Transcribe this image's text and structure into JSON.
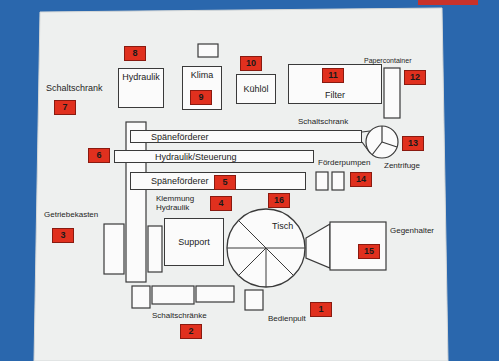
{
  "diagram": {
    "nodes": [
      {
        "text": [
          "Hydraulik"
        ]
      },
      {
        "text": [
          "Klima"
        ]
      },
      {
        "text": [
          "Kühlöl"
        ]
      },
      {
        "text": [
          "Filter"
        ]
      },
      {
        "text": [
          "Späneförderer"
        ]
      },
      {
        "text": [
          "Hydraulik/Steuerung"
        ]
      },
      {
        "text": [
          "Späneförderer"
        ]
      },
      {
        "text": [
          "Support"
        ]
      },
      {
        "text": [
          "Tisch"
        ]
      }
    ],
    "labels": [
      "8",
      "10",
      "Papercontainer",
      "12",
      "Schaltschrank",
      "7",
      "9",
      "11",
      "Schaltschrank",
      "6",
      "13",
      "Zentrifuge",
      "Förderpumpen",
      "5",
      "14",
      "Klemmung Hydraulik",
      "4",
      "16",
      "Getriebekasten",
      "3",
      "Gegenhalter",
      "15",
      "Schaltschränke",
      "2",
      "Bedienpult",
      "1"
    ]
  }
}
